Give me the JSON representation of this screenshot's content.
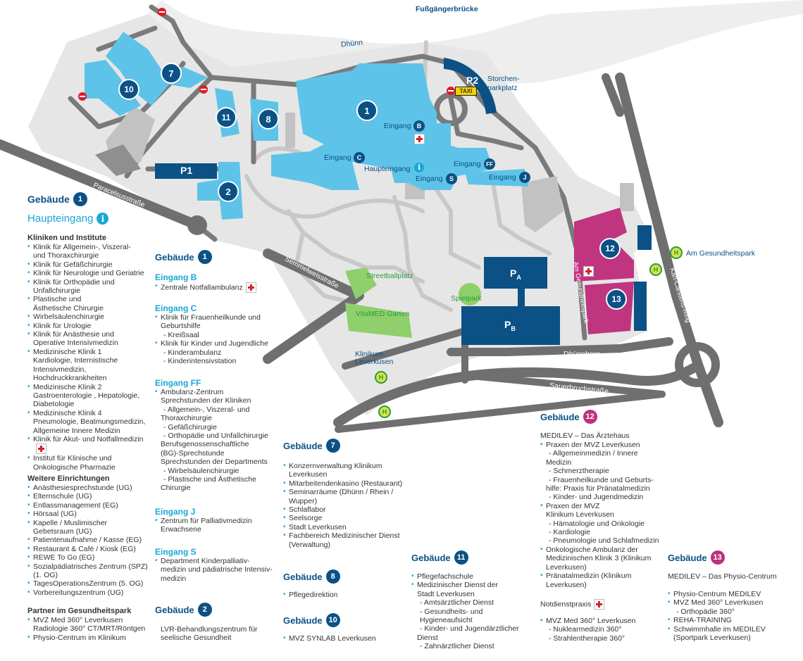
{
  "map_labels": {
    "footbridge": "Fußgängerbrücke",
    "river": "Dhünn",
    "p2": "P2",
    "storchen": "Storchen-",
    "storchen2": "parkplatz",
    "taxi": "TAXI",
    "p1": "P1",
    "pa": "P",
    "pa_sub": "A",
    "pb": "P",
    "pb_sub": "B",
    "paracelsus": "Paracelsusstraße",
    "semmelweiss": "Semmelweisstraße",
    "streetball": "Streetballplatz",
    "vitamed": "VitaMED Garten",
    "spielpark": "Spielpark",
    "klinikum": "Klinikum",
    "leverkusen": "Leverkusen",
    "gesundheitspark_road": "Am Gesundheitspark",
    "gesundheitspark_stop": "Am Gesundheitspark",
    "karl": "Karl-Carstens-Ring",
    "dhuennberg": "Dhünnberg",
    "sauerbruch": "Sauerbruchstraße",
    "eingang_b": "Eingang",
    "eingang_c": "Eingang",
    "eingang_ff": "Eingang",
    "eingang_s": "Eingang",
    "eingang_j": "Eingang",
    "haupteingang": "Haupteingang",
    "bus": "H",
    "bldg_nums": {
      "b1": "1",
      "b2": "2",
      "b7": "7",
      "b8": "8",
      "b10": "10",
      "b11": "11",
      "b12": "12",
      "b13": "13"
    },
    "ent_letters": {
      "b": "B",
      "c": "C",
      "ff": "FF",
      "s": "S",
      "j": "J"
    }
  },
  "legend_main": {
    "gebaeude": "Gebäude",
    "num": "1",
    "haupteingang": "Haupteingang",
    "kliniken_title": "Kliniken und Institute",
    "kliniken": [
      "Klinik für Allgemein-, Viszeral-",
      "und Thoraxchirurgie",
      "Klinik für Gefäßchirurgie",
      "Klinik für Neurologie und Geriatrie",
      "Klinik für Orthopädie und",
      "Unfallchirurgie",
      "Plastische und",
      "Ästhetische Chirurgie",
      "Wirbelsäulenchirurgie",
      "Klinik für Urologie",
      "Klinik für Anästhesie und",
      "Operative Intensivmedizin",
      "Medizinische Klinik 1",
      "Kardiologie, Internistische",
      "Intensivmedizin,",
      "Hochdruckkrankheiten",
      "Medizinische Klinik 2",
      "Gastroenterologie , Hepatologie,",
      "Diabetologie",
      "Medizinische Klinik 4",
      "Pneumologie, Beatmungsmedizin,",
      "Allgemeine Innere Medizin",
      "Klinik für Akut- und Notfallmedizin",
      "Institut für Klinische und",
      "Onkologische Pharmazie"
    ],
    "weitere_title": "Weitere Einrichtungen",
    "weitere": [
      "Anästhesiesprechstunde (UG)",
      "Elternschule (UG)",
      "Entlassmanagement (EG)",
      "Hörsaal (UG)",
      "Kapelle / Muslimischer",
      "Gebetsraum (UG)",
      "Patientenaufnahme / Kasse (EG)",
      "Restaurant & Café / Kiosk (EG)",
      "REWE To Go (EG)",
      "Sozialpädiatrisches Zentrum (SPZ)",
      "(1. OG)",
      "TagesOperationsZentrum (5. OG)",
      "Vorbereitungszentrum (UG)"
    ],
    "partner_title": "Partner im Gesundheitspark",
    "partner": [
      "MVZ Med 360° Leverkusen",
      "Radiologie 360° CT/MRT/Röntgen",
      "Physio-Centrum im Klinikum"
    ]
  },
  "legend_col2": {
    "gebaeude": "Gebäude",
    "num": "1",
    "eingang_b": "Eingang B",
    "b_items": [
      "Zentrale Notfallambulanz"
    ],
    "eingang_c": "Eingang C",
    "c_items": [
      "Klinik für Frauenheilkunde und",
      "Geburtshilfe",
      "- Kreißsaal",
      "Klinik für Kinder und Jugendliche",
      "- Kinderambulanz",
      "- Kinderintensivstation"
    ],
    "eingang_ff": "Eingang FF",
    "ff_items": [
      "Ambulanz-Zentrum",
      "Sprechstunden der Kliniken",
      "- Allgemein-, Viszeral- und",
      "Thoraxchirurgie",
      "- Gefäßchirurgie",
      "- Orthopädie und Unfallchirurgie",
      "Berufsgenossenschaftliche",
      "(BG)-Sprechstunde",
      "Sprechstunden der Departments",
      "- Wirbelsäulenchirurgie",
      "- Plastische und Ästhetische",
      "Chirurgie"
    ],
    "eingang_j": "Eingang J",
    "j_items": [
      "Zentrum für Palliativmedizin",
      "Erwachsene"
    ],
    "eingang_s": "Eingang S",
    "s_items": [
      "Department Kinderpalliativ-",
      "medizin und pädiatrische Intensiv-",
      "medizin"
    ],
    "g2": "Gebäude",
    "g2_num": "2",
    "g2_items": [
      "LVR-Behandlungszentrum für",
      "seelische Gesundheit"
    ]
  },
  "legend_col3": {
    "g7": "Gebäude",
    "g7_num": "7",
    "g7_items": [
      "Konzernverwaltung Klinikum",
      "Leverkusen",
      "Mitarbeitendenkasino (Restaurant)",
      "Seminarräume (Dhünn / Rhein /",
      "Wupper)",
      "Schlaflabor",
      "Seelsorge",
      "Stadt Leverkusen",
      "Fachbereich Medizinischer Dienst",
      "(Verwaltung)"
    ],
    "g8": "Gebäude",
    "g8_num": "8",
    "g8_items": [
      "Pflegedirektion"
    ],
    "g10": "Gebäude",
    "g10_num": "10",
    "g10_items": [
      "MVZ SYNLAB Leverkusen"
    ]
  },
  "legend_col4": {
    "g11": "Gebäude",
    "g11_num": "11",
    "g11_items": [
      "Pflegefachschule",
      "Medizinischer Dienst der",
      "Stadt Leverkusen",
      "- Amtsärztlicher Dienst",
      "- Gesundheits- und Hygieneaufsicht",
      "- Kinder- und Jugendärztlicher",
      "Dienst",
      "- Zahnärztlicher Dienst"
    ]
  },
  "legend_col5": {
    "g12": "Gebäude",
    "g12_num": "12",
    "g12_intro": "MEDILEV – Das Ärztehaus",
    "g12_items": [
      "Praxen der MVZ Leverkusen",
      "- Allgemeinmedizin / Innere",
      "Medizin",
      "- Schmerztherapie",
      "- Frauenheilkunde und Geburts-",
      "hilfe: Praxis für Pränatalmedizin",
      "- Kinder- und Jugendmedizin",
      "Praxen der MVZ",
      "Klinikum Leverkusen",
      "- Hämatologie und Onkologie",
      "- Kardiologie",
      "- Pneumologie und Schlafmedizin",
      "Onkologische Ambulanz der",
      "Medizinischen Klinik 3 (Klinikum",
      "Leverkusen)",
      "Pränatalmedizin (Klinikum",
      "Leverkusen)"
    ],
    "notdienst": "Notdienstpraxis",
    "notdienst_items": [
      "MVZ Med 360° Leverkusen",
      "- Nuklearmedizin 360°",
      "- Strahlentherapie 360°"
    ]
  },
  "legend_col6": {
    "g13": "Gebäude",
    "g13_num": "13",
    "g13_intro": "MEDILEV – Das Physio-Centrum",
    "g13_items": [
      "Physio-Centrum MEDILEV",
      "MVZ Med 360° Leverkusen",
      "- Orthopädie 360°",
      "REHA-TRAINING",
      "Schwimmhalle im MEDILEV",
      "(Sportpark Leverkusen)"
    ]
  },
  "colors": {
    "building_main": "#5ec3e8",
    "building_dark": "#0b5185",
    "building_magenta": "#c0357f",
    "road": "#6e6e6e",
    "path": "#c9c9c9",
    "ground": "#e8e8e8",
    "river": "#ededed",
    "green": "#8fcf6c",
    "bus_stop": "#d8e24a"
  }
}
